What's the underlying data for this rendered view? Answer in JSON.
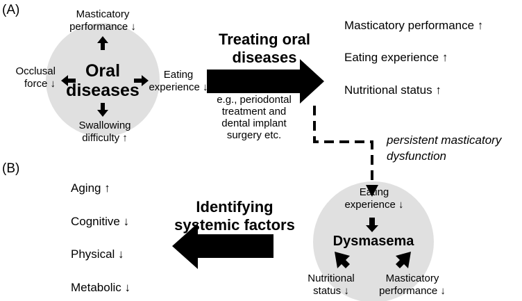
{
  "panel_a": {
    "label": "(A)",
    "circle_title": "Oral\ndiseases",
    "effects": {
      "top": "Masticatory\nperformance ↓",
      "left": "Occlusal\nforce ↓",
      "right": "Eating\nexperience ↓",
      "bottom": "Swallowing\ndifficulty ↑"
    },
    "action_title": "Treating oral\ndiseases",
    "action_examples": "e.g., periodontal\ntreatment and\ndental implant\nsurgery etc.",
    "outcomes": [
      "Masticatory performance ↑",
      "Eating experience ↑",
      "Nutritional status ↑"
    ],
    "dashed_label": "persistent masticatory\ndysfunction"
  },
  "panel_b": {
    "label": "(B)",
    "circle_title": "Dysmasema",
    "inputs": {
      "top": "Eating\nexperience ↓",
      "bottom_left": "Nutritional\nstatus ↓",
      "bottom_right": "Masticatory\nperformance ↓"
    },
    "action_title": "Identifying\nsystemic factors",
    "factors": [
      "Aging ↑",
      "Cognitive ↓",
      "Physical ↓",
      "Metabolic ↓"
    ]
  },
  "colors": {
    "circle_fill": "#e0e0e0",
    "arrow": "#000000"
  }
}
